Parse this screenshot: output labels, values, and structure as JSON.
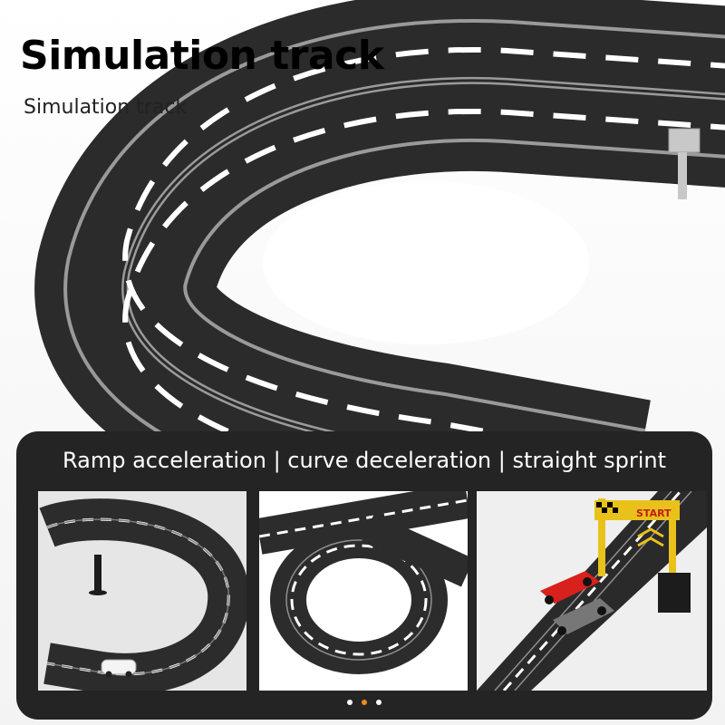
{
  "header": {
    "title": "Simulation track",
    "subtitle": "Simulation track"
  },
  "feature_panel": {
    "caption": "Ramp acceleration | curve deceleration | straight sprint",
    "images": [
      {
        "subject": "elevated-curve-ramp"
      },
      {
        "subject": "double-loop-overpass"
      },
      {
        "subject": "start-gate-straight",
        "sign_text": "START"
      }
    ],
    "pager": {
      "count": 3,
      "active_index": 1
    }
  },
  "colors": {
    "track": "#2b2b2b",
    "panel": "#242424",
    "lane_mark": "#ffffff",
    "accent": "#f08a24",
    "gate_yellow": "#e8c21a",
    "car_red": "#d8201c"
  }
}
